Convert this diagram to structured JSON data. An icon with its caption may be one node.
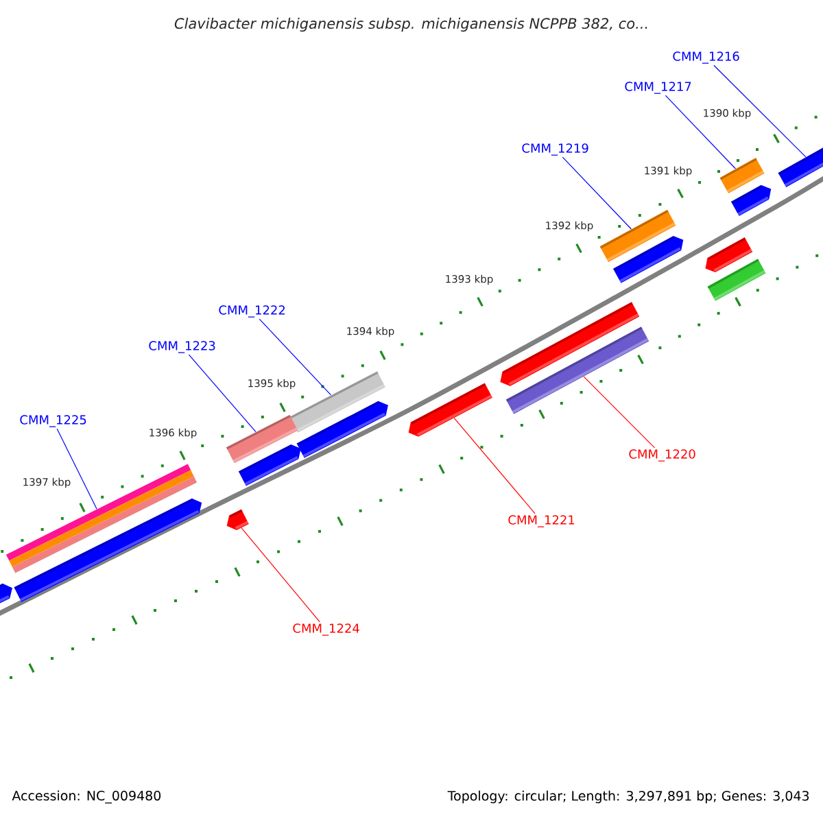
{
  "diagram": {
    "title": "Clavibacter michiganensis subsp. michiganensis NCPPB 382, co...",
    "nodes": [
      {
        "text": [
          "CMM_1216"
        ]
      },
      {
        "text": [
          "CMM_1217"
        ]
      },
      {
        "text": [
          "CMM_1219"
        ]
      },
      {
        "text": [
          "CMM_1222"
        ]
      },
      {
        "text": [
          "CMM_1223"
        ]
      },
      {
        "text": [
          "CMM_1225"
        ]
      },
      {
        "text": [
          "CMM_1224"
        ]
      },
      {
        "text": [
          "CMM_1221"
        ]
      },
      {
        "text": [
          "CMM_1220"
        ]
      },
      {
        "text": [],
        "shape": "bar"
      },
      {
        "text": [],
        "shape": "bar"
      },
      {
        "text": [],
        "shape": "bar"
      },
      {
        "text": [],
        "shape": "bar"
      },
      {
        "text": [],
        "shape": "bar"
      },
      {
        "text": [],
        "shape": "bar"
      },
      {
        "text": [],
        "shape": "bar"
      },
      {
        "text": [],
        "shape": "bar"
      },
      {
        "text": [],
        "shape": "bar"
      }
    ],
    "edges": [
      {
        "from": 0,
        "to": 9,
        "arrow": "none"
      },
      {
        "from": 1,
        "to": 10,
        "arrow": "none"
      },
      {
        "from": 2,
        "to": 11,
        "arrow": "none"
      },
      {
        "from": 3,
        "to": 12,
        "arrow": "none"
      },
      {
        "from": 4,
        "to": 13,
        "arrow": "none"
      },
      {
        "from": 5,
        "to": 14,
        "arrow": "none"
      },
      {
        "from": 6,
        "to": 15,
        "arrow": "none",
        "color": "#ff0000"
      },
      {
        "from": 7,
        "to": 16,
        "arrow": "none",
        "color": "#ff0000"
      },
      {
        "from": 8,
        "to": 17,
        "arrow": "none",
        "color": "#ff0000"
      }
    ],
    "labels": [
      "1390 kbp",
      "1391 kbp",
      "1392 kbp",
      "1393 kbp",
      "1394 kbp",
      "1395 kbp",
      "1396 kbp",
      "1397 kbp",
      "Accession: NC_009480",
      "Topology: circular; Length: 3,297,891 bp; Genes: 3,043"
    ]
  }
}
